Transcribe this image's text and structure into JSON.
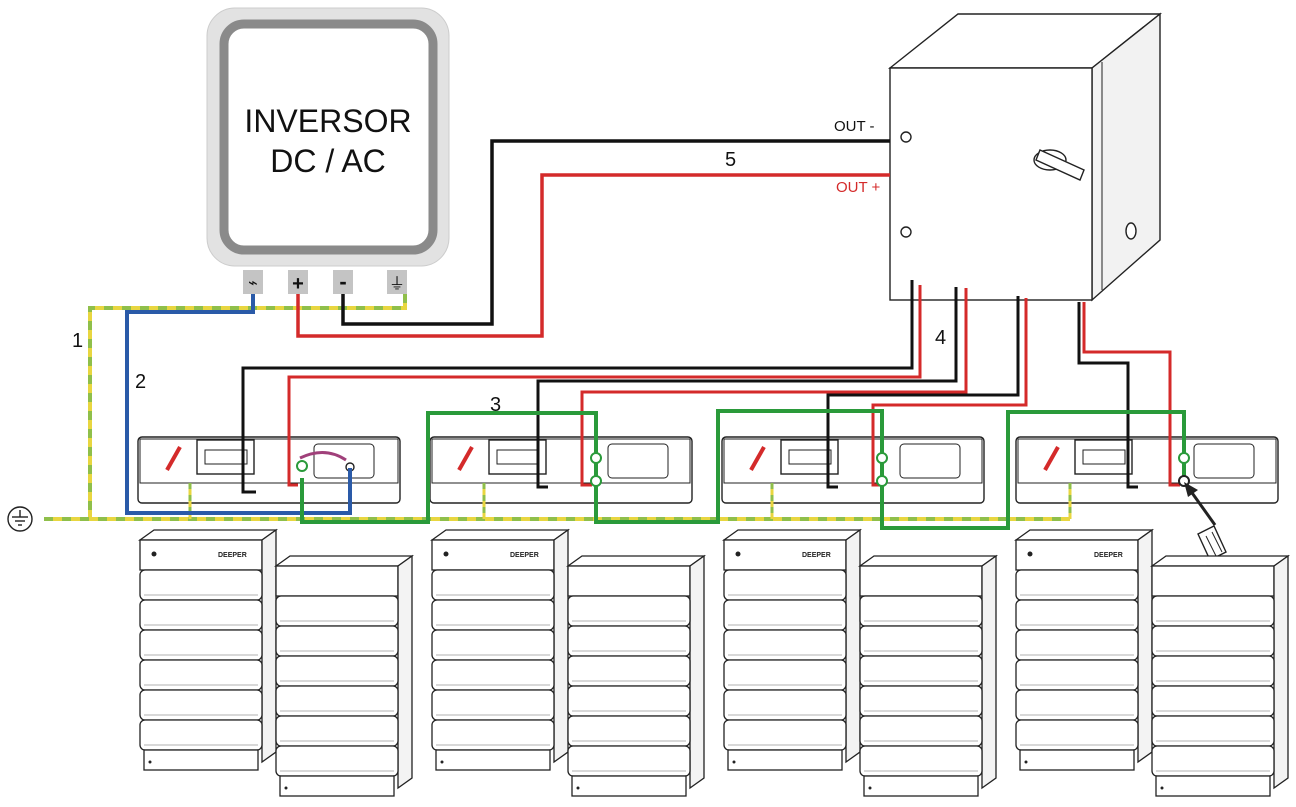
{
  "inverter": {
    "title_line1": "INVERSOR",
    "title_line2": "DC / AC",
    "terminals": [
      {
        "symbol": "⌁",
        "icon": "communication-terminal-icon"
      },
      {
        "symbol": "+",
        "icon": "positive-terminal-icon"
      },
      {
        "symbol": "-",
        "icon": "negative-terminal-icon"
      },
      {
        "symbol": "⏚",
        "icon": "ground-terminal-icon"
      }
    ]
  },
  "combiner_box": {
    "out_negative": "OUT -",
    "out_positive": "OUT +"
  },
  "cable_labels": {
    "c1": "1",
    "c2": "2",
    "c3": "3",
    "c4": "4",
    "c5": "5"
  },
  "ground_symbol": "⏚",
  "battery_brand": "DEEPER",
  "colors": {
    "ground_yellow": "#e8d640",
    "ground_green": "#8fbf4a",
    "communication_blue": "#2a5aa8",
    "link_green": "#2a9a3a",
    "negative_black": "#111111",
    "positive_red": "#d42a2a",
    "inverter_frame": "#8a8a8a",
    "inverter_bg": "#dcdcdc"
  }
}
